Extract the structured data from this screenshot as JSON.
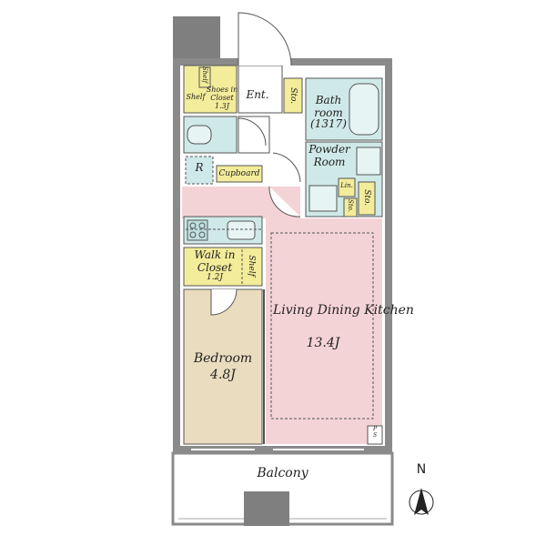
{
  "colors": {
    "wall": "#8a8a8a",
    "wall_dark": "#777777",
    "ldk": "#f4d3d6",
    "bedroom": "#eadcbf",
    "storage": "#f3ec9a",
    "wet": "#cfe9e8",
    "balcony": "#ffffff",
    "line": "#555555"
  },
  "rooms": {
    "ldk": {
      "name": "Living Dining\nKitchen",
      "area": "13.4J"
    },
    "bedroom": {
      "name": "Bedroom",
      "area": "4.8J"
    },
    "walk_in_closet": {
      "name": "Walk in\nCloset",
      "area": "1.2J",
      "shelf": "Shelf"
    },
    "bathroom": {
      "name": "Bath\nroom",
      "size": "(1317)"
    },
    "powder_room": {
      "name": "Powder\nRoom"
    },
    "entrance": {
      "name": "Ent."
    },
    "shoes_in_closet": {
      "name": "Shoes in\nCloset",
      "area": "1.3J",
      "shelf_top": "Shelf",
      "shelf_side": "Shelf"
    },
    "cupboard": {
      "name": "Cupboard"
    },
    "refrigerator": {
      "name": "R"
    },
    "storage_entrance": {
      "name": "Sto."
    },
    "storage_powder": {
      "name": "Sto."
    },
    "storage_small": {
      "name": "Sto."
    },
    "linen": {
      "name": "Lin."
    },
    "pipe_space": {
      "name": "P\nS"
    },
    "balcony": {
      "name": "Balcony"
    }
  },
  "compass": {
    "label": "N"
  }
}
